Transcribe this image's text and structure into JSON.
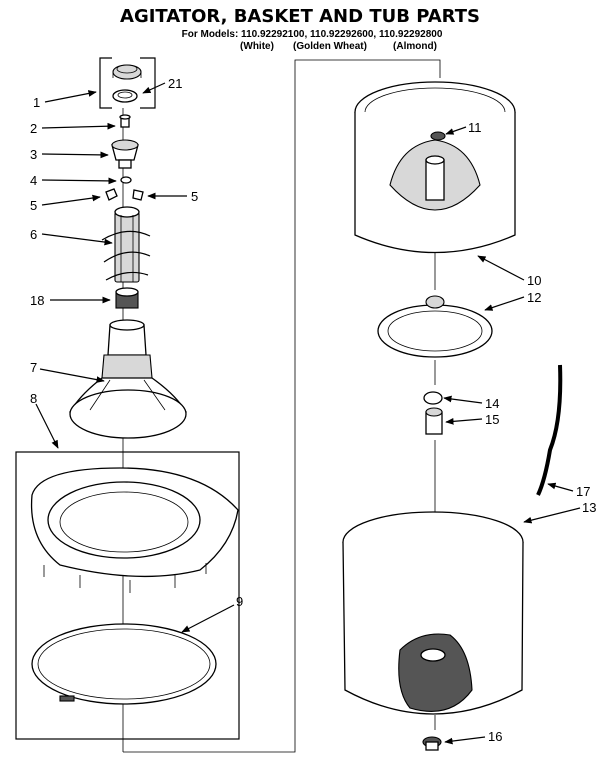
{
  "header": {
    "title": "AGITATOR, BASKET AND TUB PARTS",
    "models_line": "For Models: 110.92292100, 110.92292600, 110.92292800",
    "color_white": "(White)",
    "color_golden": "(Golden Wheat)",
    "color_almond": "(Almond)"
  },
  "callouts": {
    "c1": "1",
    "c2": "2",
    "c3": "3",
    "c4": "4",
    "c5a": "5",
    "c5b": "5",
    "c6": "6",
    "c7": "7",
    "c8": "8",
    "c9": "9",
    "c10": "10",
    "c11": "11",
    "c12": "12",
    "c13": "13",
    "c14": "14",
    "c15": "15",
    "c16": "16",
    "c17": "17",
    "c18": "18",
    "c21": "21"
  }
}
